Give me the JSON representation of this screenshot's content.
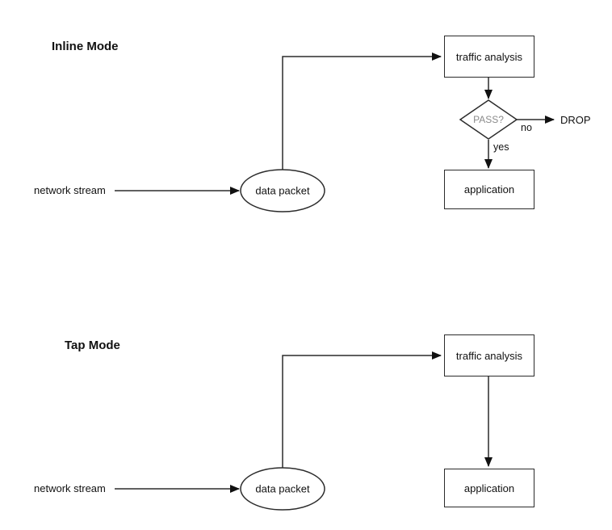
{
  "inline_mode": {
    "title": "Inline Mode",
    "network_stream": "network stream",
    "data_packet": "data packet",
    "traffic_analysis": "traffic analysis",
    "decision": "PASS?",
    "edge_no": "no",
    "edge_yes": "yes",
    "drop": "DROP",
    "application": "application"
  },
  "tap_mode": {
    "title": "Tap Mode",
    "network_stream": "network stream",
    "data_packet": "data packet",
    "traffic_analysis": "traffic analysis",
    "application": "application"
  },
  "colors": {
    "stroke": "#2b2b2b",
    "decision_text": "#8a8a8a",
    "background": "#ffffff"
  }
}
